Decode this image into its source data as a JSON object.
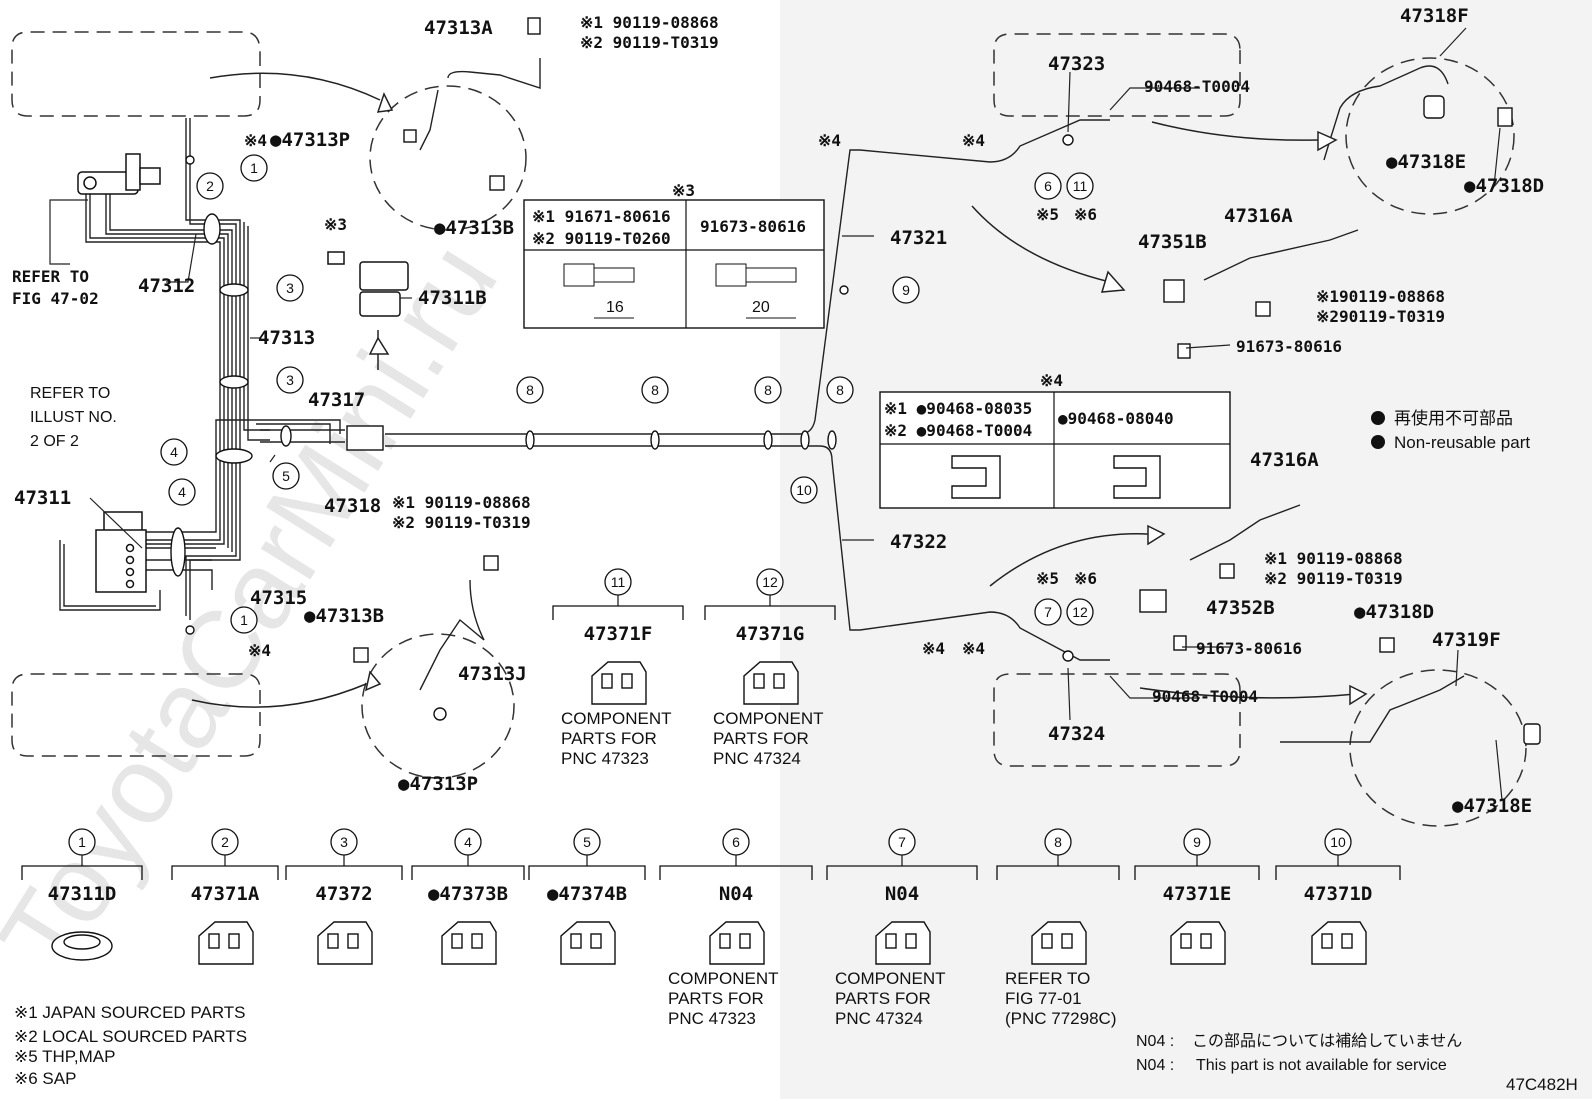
{
  "watermark": "ToyotaCarMini.ru",
  "diagram_code": "47C482H",
  "refer_fig_47": "REFER TO\nFIG 47-02",
  "refer_illust": "REFER TO\nILLUST NO.\n2 OF 2",
  "legend": {
    "nonreuse_jp": "再使用不可部品",
    "nonreuse_en": "Non-reusable part",
    "n04_label": "N04 :",
    "n04_jp": "この部品については補給していません",
    "n04_en": "This part is not available for service"
  },
  "notes": [
    "※1 JAPAN SOURCED PARTS",
    "※2 LOCAL SOURCED PARTS",
    "※5 THP,MAP",
    "※6 SAP"
  ],
  "table3": {
    "mark": "※3",
    "r1c1": "※1 91671-80616",
    "r2c1": "※2 90119-T0260",
    "c2": "91673-80616",
    "dim1": "16",
    "dim2": "20"
  },
  "table4": {
    "mark": "※4",
    "r1c1": "※1 ●90468-08035",
    "r2c1": "※2 ●90468-T0004",
    "c2": "●90468-08040"
  },
  "labels": {
    "p47313A": "47313A",
    "p90119_08868_a": "※1 90119-08868",
    "p90119_T0319_a": "※2 90119-T0319",
    "p47313P_a": "●47313P",
    "mark4_a": "※4",
    "p47313B_a": "●47313B",
    "mark3": "※3",
    "p47311B": "47311B",
    "p47312": "47312",
    "p47313": "47313",
    "p47317": "47317",
    "p47311": "47311",
    "p47318": "47318",
    "p90119_08868_b": "※1 90119-08868",
    "p90119_T0319_b": "※2 90119-T0319",
    "p47315": "47315",
    "p47313B_b": "●47313B",
    "mark4_b": "※4",
    "p47313J": "47313J",
    "p47313P_b": "●47313P",
    "p47323": "47323",
    "p90468_T0004_a": "90468-T0004",
    "mark4_c": "※4",
    "mark4_d": "※4",
    "mark5_a": "※5",
    "mark6_a": "※6",
    "p47321": "47321",
    "p47318F": "47318F",
    "p47318E_a": "●47318E",
    "p47318D_a": "●47318D",
    "p47316A_a": "47316A",
    "p47351B": "47351B",
    "p90119_08868_c": "※190119-08868",
    "p90119_T0319_c": "※290119-T0319",
    "p91673_80616_a": "91673-80616",
    "p47322": "47322",
    "p47316A_b": "47316A",
    "p90119_08868_d": "※1 90119-08868",
    "p90119_T0319_d": "※2 90119-T0319",
    "p47352B": "47352B",
    "p91673_80616_b": "91673-80616",
    "p47318D_b": "●47318D",
    "p47319F": "47319F",
    "mark5_b": "※5",
    "mark6_b": "※6",
    "mark4_e": "※4",
    "mark4_f": "※4",
    "p90468_T0004_b": "90468-T0004",
    "p47324": "47324",
    "p47318E_b": "●47318E"
  },
  "mid_components": [
    {
      "num": "11",
      "part": "47371F",
      "note": "COMPONENT\nPARTS FOR\nPNC 47323"
    },
    {
      "num": "12",
      "part": "47371G",
      "note": "COMPONENT\nPARTS FOR\nPNC 47324"
    }
  ],
  "bottom_components": [
    {
      "num": "1",
      "part": "47311D",
      "note": ""
    },
    {
      "num": "2",
      "part": "47371A",
      "note": ""
    },
    {
      "num": "3",
      "part": "47372",
      "note": ""
    },
    {
      "num": "4",
      "part": "●47373B",
      "note": ""
    },
    {
      "num": "5",
      "part": "●47374B",
      "note": ""
    },
    {
      "num": "6",
      "part": "N04",
      "note": "COMPONENT\nPARTS FOR\nPNC 47323"
    },
    {
      "num": "7",
      "part": "N04",
      "note": "COMPONENT\nPARTS FOR\nPNC 47324"
    },
    {
      "num": "8",
      "part": "",
      "note": "REFER TO\nFIG 77-01\n(PNC 77298C)"
    },
    {
      "num": "9",
      "part": "47371E",
      "note": ""
    },
    {
      "num": "10",
      "part": "47371D",
      "note": ""
    }
  ],
  "callouts": {
    "c1_top": "1",
    "c2": "2",
    "c3_a": "3",
    "c3_b": "3",
    "c4_a": "4",
    "c4_b": "4",
    "c5": "5",
    "c1_bot": "1",
    "c8_a": "8",
    "c8_b": "8",
    "c8_c": "8",
    "c8_d": "8",
    "c9": "9",
    "c10": "10",
    "c6": "6",
    "c11": "11",
    "c7": "7",
    "c12": "12"
  }
}
